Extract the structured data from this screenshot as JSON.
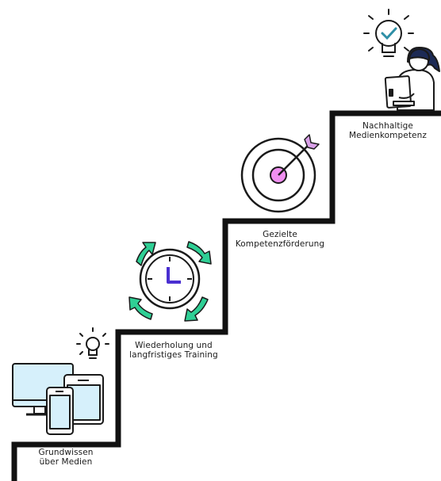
{
  "steps": [
    {
      "lines": [
        "Grundwissen",
        "über Medien"
      ]
    },
    {
      "lines": [
        "Wiederholung und",
        "langfristiges Training"
      ]
    },
    {
      "lines": [
        "Gezielte",
        "Kompetenzförderung"
      ]
    },
    {
      "lines": [
        "Nachhaltige",
        "Medienkompetenz"
      ]
    }
  ],
  "colors": {
    "stairs": "#111111",
    "screen": "#d6f0fb",
    "arrows": "#2fcf95",
    "clock_hands": "#4a2fd1",
    "target_center": "#f08ff0",
    "arrow_fletching": "#d9a0e8",
    "checkmark": "#2e8fa6",
    "hair": "#1c2a55"
  },
  "icons": [
    "computer-devices-icon",
    "lightbulb-icon",
    "clock-with-cycle-arrows-icon",
    "target-icon",
    "lightbulb-check-icon",
    "person-with-tablet-icon"
  ]
}
